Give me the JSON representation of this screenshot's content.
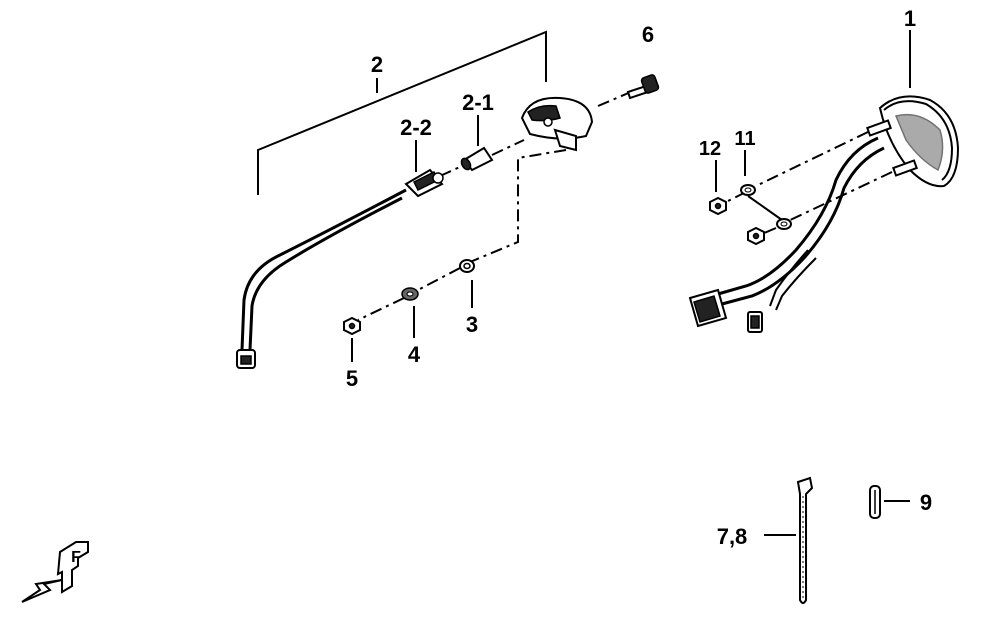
{
  "labels": {
    "p1": "1",
    "p2": "2",
    "p2_1": "2-1",
    "p2_2": "2-2",
    "p3": "3",
    "p4": "4",
    "p5": "5",
    "p6": "6",
    "p7_8": "7,8",
    "p9": "9",
    "p11": "11",
    "p12": "12"
  },
  "front_marker": "F",
  "icons": [
    "front-direction-arrow-icon"
  ]
}
